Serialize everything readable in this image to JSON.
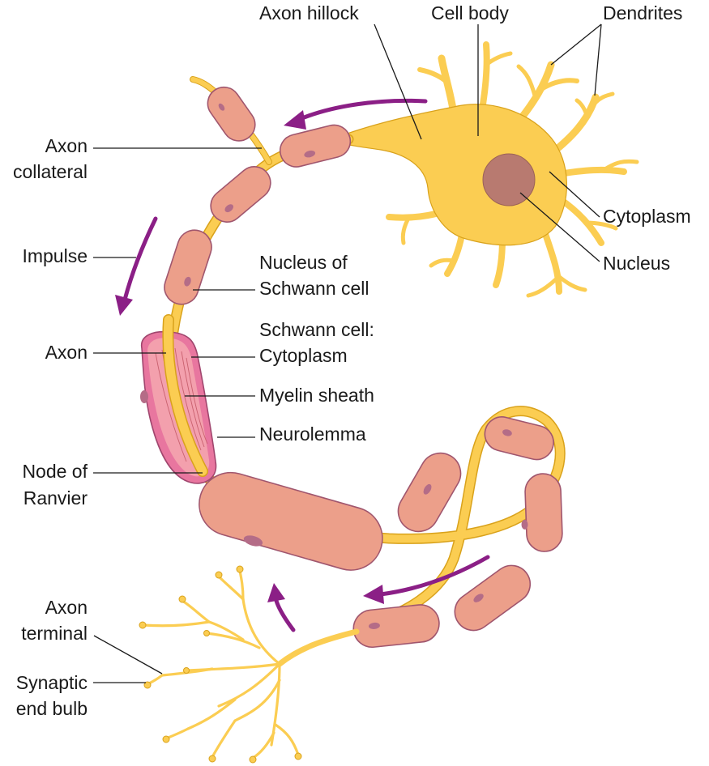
{
  "labels": {
    "axon_hillock": "Axon hillock",
    "cell_body": "Cell body",
    "dendrites": "Dendrites",
    "axon_collateral_1": "Axon",
    "axon_collateral_2": "collateral",
    "cytoplasm": "Cytoplasm",
    "nucleus": "Nucleus",
    "impulse": "Impulse",
    "nucleus_schwann_1": "Nucleus of",
    "nucleus_schwann_2": "Schwann cell",
    "schwann_cytoplasm_1": "Schwann cell:",
    "schwann_cytoplasm_2": "Cytoplasm",
    "axon": "Axon",
    "myelin_sheath": "Myelin sheath",
    "neurolemma": "Neurolemma",
    "node_ranvier_1": "Node of",
    "node_ranvier_2": "Ranvier",
    "axon_terminal_1": "Axon",
    "axon_terminal_2": "terminal",
    "synaptic_bulb_1": "Synaptic",
    "synaptic_bulb_2": "end bulb"
  },
  "colors": {
    "axon_yellow": "#fbcd52",
    "schwann_pink": "#ec9f8a",
    "cell_nucleus": "#b87a70",
    "impulse_arrow": "#8b1f86"
  }
}
